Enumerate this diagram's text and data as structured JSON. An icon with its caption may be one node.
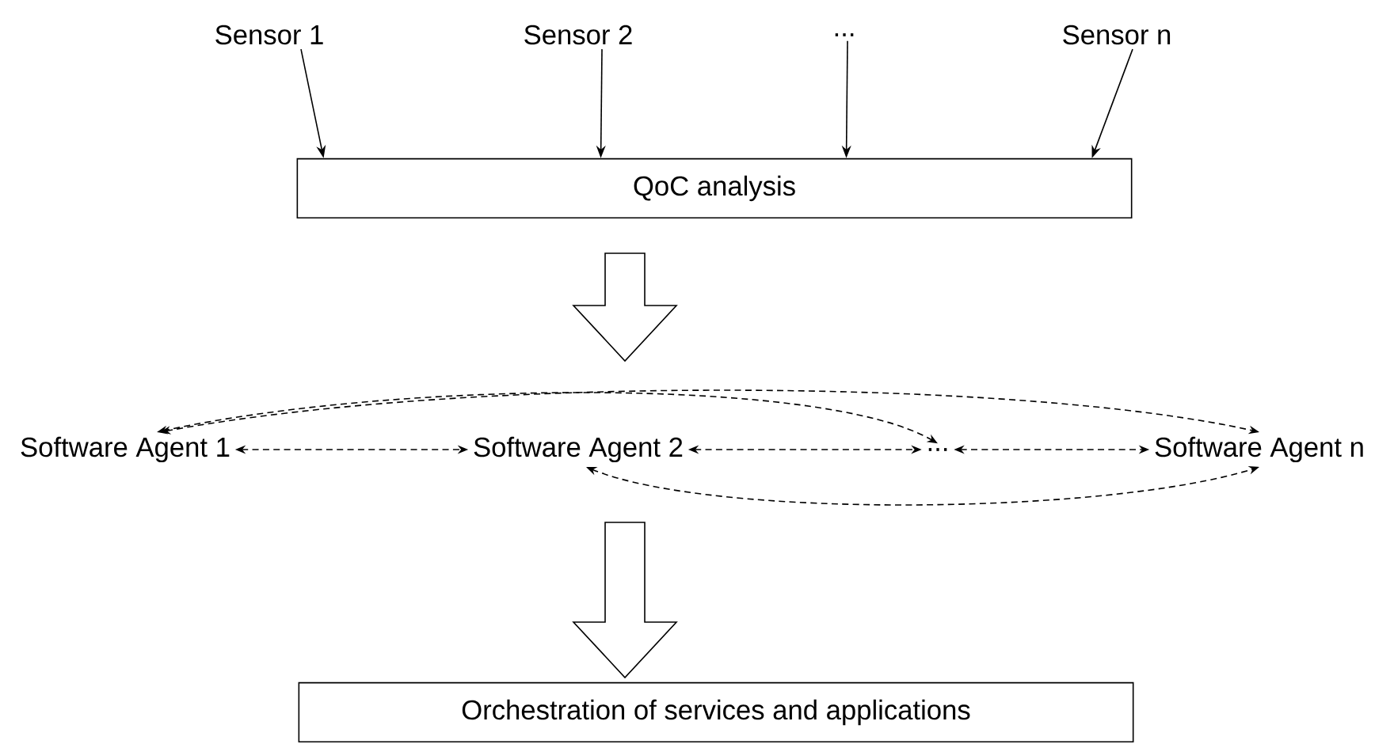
{
  "diagram": {
    "nodes": [
      {
        "text": [
          "Sensor 1"
        ]
      },
      {
        "text": [
          "Sensor 2"
        ]
      },
      {
        "text": [
          "..."
        ]
      },
      {
        "text": [
          "Sensor n"
        ]
      },
      {
        "text": [
          "QoC analysis"
        ]
      },
      {
        "text": [
          "Software Agent 1"
        ]
      },
      {
        "text": [
          "Software Agent 2"
        ]
      },
      {
        "text": [
          "..."
        ]
      },
      {
        "text": [
          "Software Agent n"
        ]
      },
      {
        "text": [
          "Orchestration of services and applications"
        ]
      }
    ],
    "edges": [
      {
        "from": 0,
        "to": 4,
        "arrow": "to"
      },
      {
        "from": 1,
        "to": 4,
        "arrow": "to"
      },
      {
        "from": 2,
        "to": 4,
        "arrow": "to"
      },
      {
        "from": 3,
        "to": 4,
        "arrow": "to"
      },
      {
        "from": 4,
        "to": 6,
        "arrow": "to",
        "style": "thick"
      },
      {
        "from": 5,
        "to": 6,
        "arrow": "both",
        "style": "dashed"
      },
      {
        "from": 6,
        "to": 7,
        "arrow": "both",
        "style": "dashed"
      },
      {
        "from": 7,
        "to": 8,
        "arrow": "both",
        "style": "dashed"
      },
      {
        "from": 5,
        "to": 7,
        "arrow": "both",
        "style": "dashed"
      },
      {
        "from": 5,
        "to": 8,
        "arrow": "both",
        "style": "dashed"
      },
      {
        "from": 6,
        "to": 8,
        "arrow": "both",
        "style": "dashed"
      },
      {
        "from": 6,
        "to": 9,
        "arrow": "to",
        "style": "thick"
      }
    ]
  }
}
